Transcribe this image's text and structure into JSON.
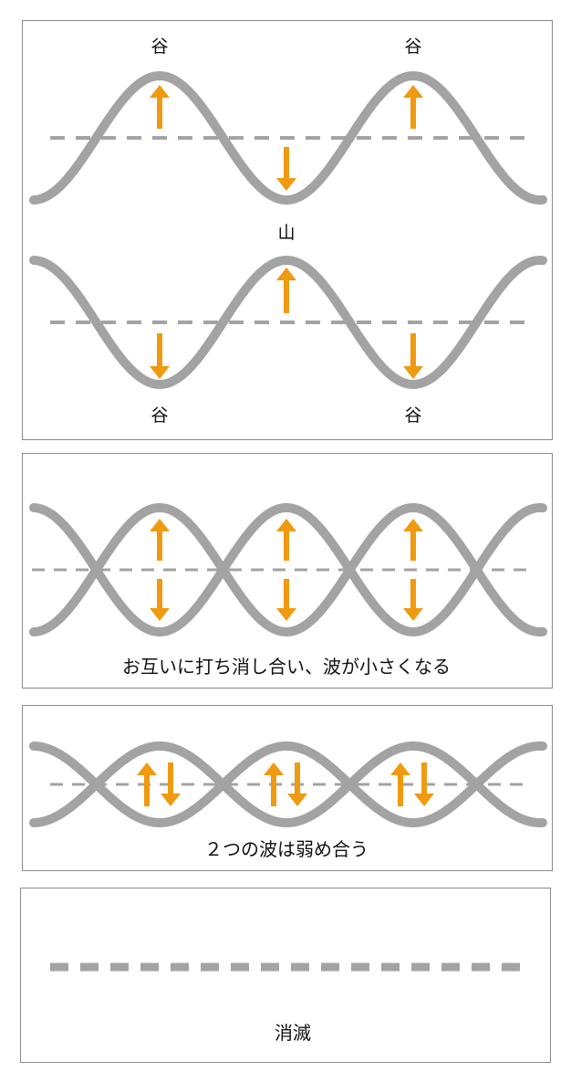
{
  "colors": {
    "wave": "#a3a3a3",
    "arrow": "#ef9a10",
    "axis": "#a3a3a3",
    "border": "#8a8a8a"
  },
  "panel1": {
    "top_wave_labels": [
      "谷",
      "谷"
    ],
    "bottom_wave_labels": [
      "谷",
      "谷"
    ],
    "mid_label": "山"
  },
  "panel2": {
    "caption": "お互いに打ち消し合い、波が小さくなる"
  },
  "panel3": {
    "caption": "２つの波は弱め合う"
  },
  "panel4": {
    "caption": "消滅"
  }
}
